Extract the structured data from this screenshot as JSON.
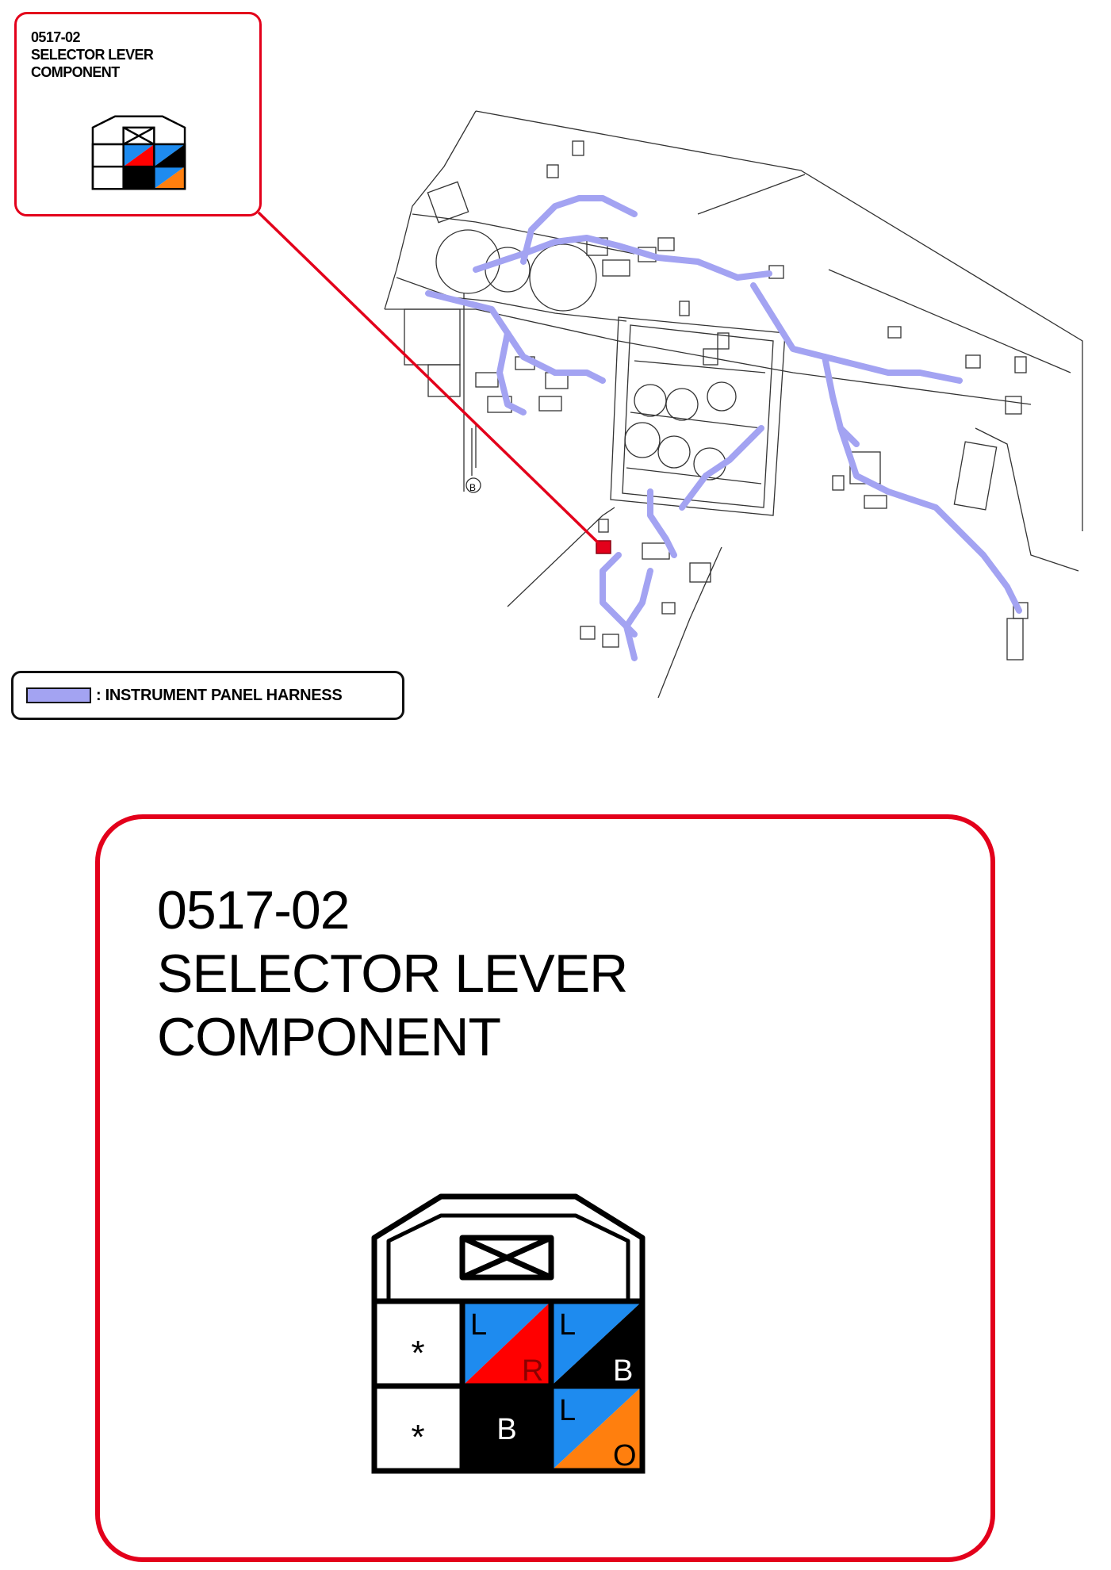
{
  "component": {
    "code": "0517-02",
    "name_line1": "SELECTOR LEVER",
    "name_line2": "COMPONENT"
  },
  "legend": {
    "label": ": INSTRUMENT PANEL HARNESS",
    "color": "#a3a3f2"
  },
  "diagram": {
    "marker_label": "B"
  },
  "connector": {
    "pin_symbol": "*",
    "cells": {
      "top_mid": {
        "upper": "L",
        "lower": "R"
      },
      "top_right": {
        "upper": "L",
        "lower": "B"
      },
      "bottom_mid": {
        "label": "B"
      },
      "bottom_right": {
        "upper": "L",
        "lower": "O"
      }
    },
    "colors": {
      "L": "#1e8bef",
      "R": "#ff0000",
      "B": "#000000",
      "O": "#ff7f0e"
    }
  },
  "accent": "#e3001b"
}
